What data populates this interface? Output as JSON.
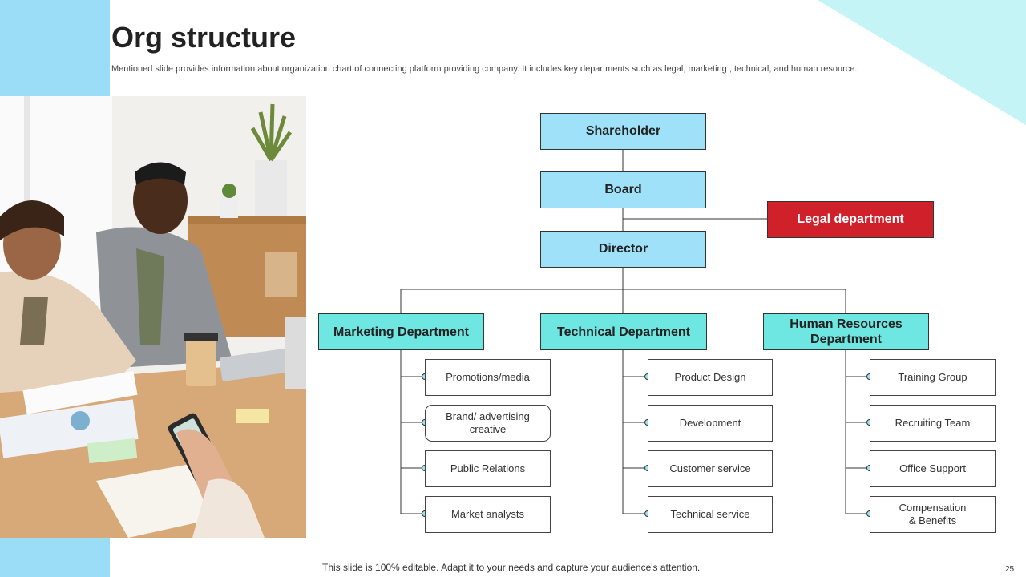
{
  "slide": {
    "title": "Org structure",
    "subtitle": "Mentioned slide provides information about organization chart of connecting platform providing company. It includes key departments such as legal, marketing , technical, and human resource.",
    "footer": "This slide is 100% editable. Adapt it to your needs and capture your audience's attention.",
    "page_number": "25"
  },
  "colors": {
    "accent_blue": "#9bdcf6",
    "level_box": "#9ee1f8",
    "department_box": "#6ee7e2",
    "legal_box": "#d0212b",
    "corner_triangle": "#c4f4f6"
  },
  "org": {
    "shareholder": "Shareholder",
    "board": "Board",
    "legal": "Legal department",
    "director": "Director",
    "departments": [
      {
        "name": "Marketing Department",
        "items": [
          "Promotions/media",
          "Brand/ advertising  creative",
          "Public Relations",
          "Market analysts"
        ]
      },
      {
        "name": "Technical Department",
        "items": [
          "Product Design",
          "Development",
          "Customer service",
          "Technical service"
        ]
      },
      {
        "name": "Human Resources Department",
        "items": [
          "Training  Group",
          "Recruiting Team",
          "Office Support",
          "Compensation & Benefits"
        ]
      }
    ]
  }
}
